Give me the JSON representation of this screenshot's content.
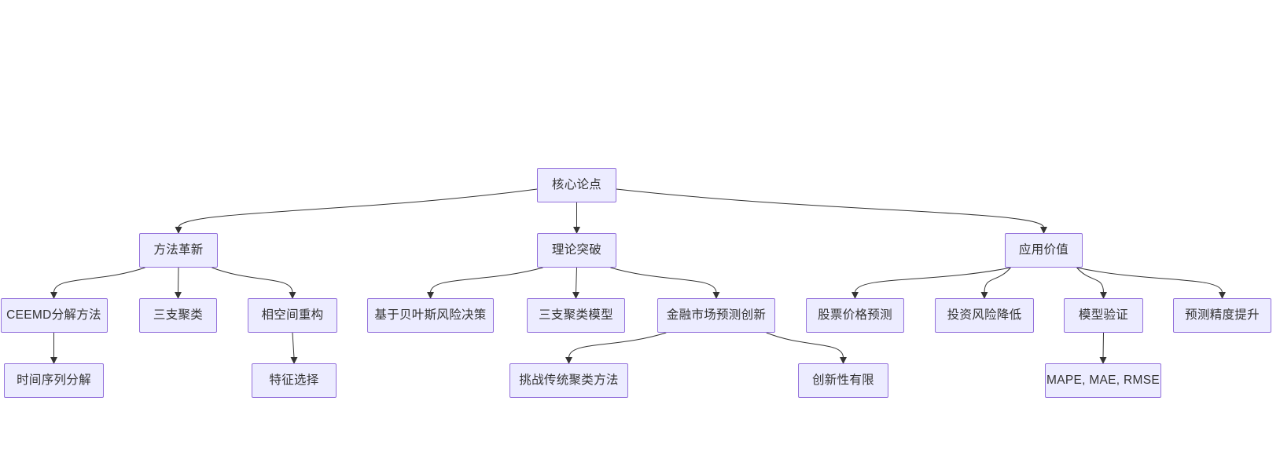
{
  "diagram": {
    "type": "flowchart",
    "direction": "top-down",
    "colors": {
      "background": "#FFFFFF",
      "node_fill": "#ECECFF",
      "node_border": "#9370DB",
      "node_text": "#333333",
      "edge": "#333333"
    },
    "nodes": [
      {
        "id": "root",
        "label": "核心论点"
      },
      {
        "id": "method",
        "label": "方法革新"
      },
      {
        "id": "theory",
        "label": "理论突破"
      },
      {
        "id": "application",
        "label": "应用价值"
      },
      {
        "id": "ceemd",
        "label": "CEEMD分解方法"
      },
      {
        "id": "three-way-clustering",
        "label": "三支聚类"
      },
      {
        "id": "phase-space",
        "label": "相空间重构"
      },
      {
        "id": "bayes-risk",
        "label": "基于贝叶斯风险决策"
      },
      {
        "id": "three-way-model",
        "label": "三支聚类模型"
      },
      {
        "id": "financial-innovation",
        "label": "金融市场预测创新"
      },
      {
        "id": "stock-prediction",
        "label": "股票价格预测"
      },
      {
        "id": "risk-reduction",
        "label": "投资风险降低"
      },
      {
        "id": "model-validation",
        "label": "模型验证"
      },
      {
        "id": "accuracy-improvement",
        "label": "预测精度提升"
      },
      {
        "id": "time-series-decomposition",
        "label": "时间序列分解"
      },
      {
        "id": "feature-selection",
        "label": "特征选择"
      },
      {
        "id": "challenge-traditional",
        "label": "挑战传统聚类方法"
      },
      {
        "id": "limited-novelty",
        "label": "创新性有限"
      },
      {
        "id": "metrics",
        "label": "MAPE, MAE, RMSE"
      }
    ],
    "edges": [
      {
        "from": "root",
        "to": "method"
      },
      {
        "from": "root",
        "to": "theory"
      },
      {
        "from": "root",
        "to": "application"
      },
      {
        "from": "method",
        "to": "ceemd"
      },
      {
        "from": "method",
        "to": "three-way-clustering"
      },
      {
        "from": "method",
        "to": "phase-space"
      },
      {
        "from": "theory",
        "to": "bayes-risk"
      },
      {
        "from": "theory",
        "to": "three-way-model"
      },
      {
        "from": "theory",
        "to": "financial-innovation"
      },
      {
        "from": "application",
        "to": "stock-prediction"
      },
      {
        "from": "application",
        "to": "risk-reduction"
      },
      {
        "from": "application",
        "to": "model-validation"
      },
      {
        "from": "application",
        "to": "accuracy-improvement"
      },
      {
        "from": "ceemd",
        "to": "time-series-decomposition"
      },
      {
        "from": "phase-space",
        "to": "feature-selection"
      },
      {
        "from": "financial-innovation",
        "to": "challenge-traditional"
      },
      {
        "from": "financial-innovation",
        "to": "limited-novelty"
      },
      {
        "from": "model-validation",
        "to": "metrics"
      }
    ]
  }
}
